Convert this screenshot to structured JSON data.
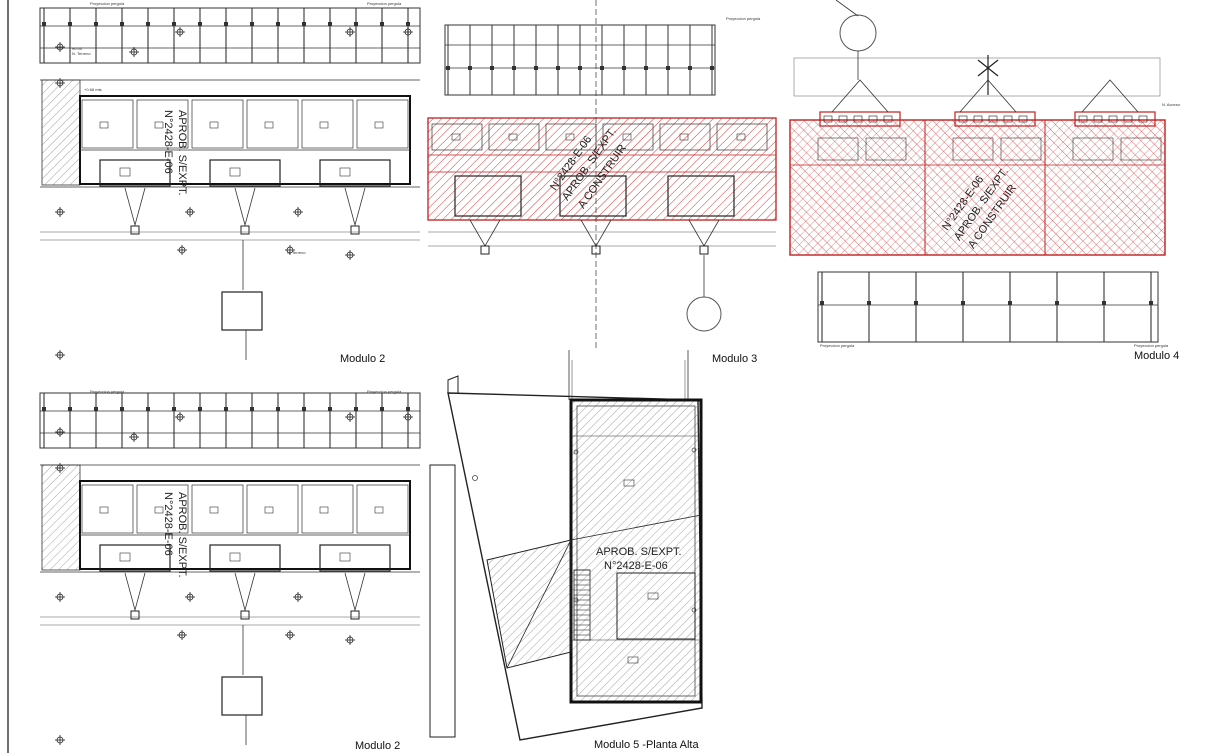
{
  "labels": {
    "modulo2_top": "Modulo 2",
    "modulo3": "Modulo 3",
    "modulo4": "Modulo 4",
    "modulo2_bottom": "Modulo 2",
    "modulo5": "Modulo 5 -Planta Alta"
  },
  "annotations": {
    "pergola": "Proyeccion pergola",
    "stamp_approved": "APROB. S/EXPT.",
    "stamp_number": "N°2428-E-06",
    "stamp_aprob_vertical": "APROB. S/EXPT.",
    "stamp_number_vertical": "N°2428-E-06",
    "stamp_construir": "A CONSTRUIR",
    "level_zero": "±0.00",
    "level_terrain": "N. Terreno",
    "level_068": "+0.68 mts",
    "level_acceso": "N. Acceso"
  },
  "colors": {
    "line": "#222222",
    "hatch_red": "#d02020",
    "hatch_gray": "#555555"
  }
}
